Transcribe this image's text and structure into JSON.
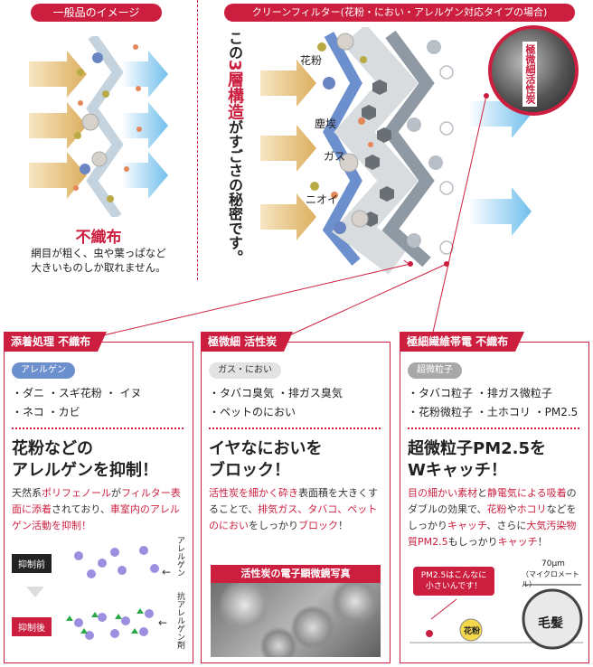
{
  "left_panel": {
    "title": "一般品のイメージ",
    "name": "不織布",
    "desc_line1": "網目が粗く、虫や葉っぱなど",
    "desc_line2": "大きいものしか取れません。"
  },
  "right_panel": {
    "title": "クリーンフィルター(花粉・におい・アレルゲン対応タイプの場合)",
    "vertical_caption_pre": "この",
    "vertical_caption_highlight": "3層構造",
    "vertical_caption_post": "がすごさの秘密です。",
    "labels": [
      "花粉",
      "塵埃",
      "ガス",
      "ニオイ"
    ],
    "carbon_circle_label": "極微細活性炭"
  },
  "cards": [
    {
      "header": "添着処理 不織布",
      "tag": "アレルゲン",
      "bullets_line1": "・ダニ ・スギ花粉 ・ イヌ",
      "bullets_line2": "・ネコ ・カビ",
      "headline_line1": "花粉などの",
      "headline_line2": "アレルゲンを抑制！",
      "body": [
        {
          "t": "天然系",
          "r": false
        },
        {
          "t": "ポリフェノール",
          "r": true
        },
        {
          "t": "が",
          "r": false
        },
        {
          "t": "フィルター表面に添着",
          "r": true
        },
        {
          "t": "されており、",
          "r": false
        },
        {
          "t": "車室内のアレルゲン活動を抑制！",
          "r": true
        }
      ],
      "before_label": "抑制前",
      "after_label": "抑制後",
      "allergen_label": "アレルゲン",
      "anti_label": "抗アレルゲン剤"
    },
    {
      "header": "極微細 活性炭",
      "tag": "ガス・におい",
      "bullets_line1": "・タバコ臭気 ・排ガス臭気",
      "bullets_line2": "・ペットのにおい",
      "headline_line1": "イヤなにおいを",
      "headline_line2": "ブロック！",
      "body": [
        {
          "t": "活性炭を細かく砕き",
          "r": true
        },
        {
          "t": "表面積を大きくすることで、",
          "r": false
        },
        {
          "t": "排気ガス、タバコ、ペットのにおい",
          "r": true
        },
        {
          "t": "をしっかり",
          "r": false
        },
        {
          "t": "ブロック",
          "r": true
        },
        {
          "t": "！",
          "r": false
        }
      ],
      "photo_title": "活性炭の電子顕微鏡写真"
    },
    {
      "header": "極細繊維帯電 不織布",
      "tag": "超微粒子",
      "bullets_line1": "・タバコ粒子 ・排ガス微粒子",
      "bullets_line2": "・花粉微粒子 ・土ホコリ ・PM2.5",
      "headline_line1": "超微粒子PM2.5を",
      "headline_line2": "Wキャッチ！",
      "body": [
        {
          "t": "目の細かい素材",
          "r": true
        },
        {
          "t": "と",
          "r": false
        },
        {
          "t": "静電気による吸着",
          "r": true
        },
        {
          "t": "のダブルの効果で、",
          "r": false
        },
        {
          "t": "花粉",
          "r": true
        },
        {
          "t": "や",
          "r": false
        },
        {
          "t": "ホコリ",
          "r": true
        },
        {
          "t": "などをしっかり",
          "r": false
        },
        {
          "t": "キャッチ",
          "r": true
        },
        {
          "t": "、さらに",
          "r": false
        },
        {
          "t": "大気汚染物質PM2.5",
          "r": true
        },
        {
          "t": "もしっかり",
          "r": false
        },
        {
          "t": "キャッチ",
          "r": true
        },
        {
          "t": "！",
          "r": false
        }
      ],
      "pm_bubble_line1": "PM2.5はこんなに",
      "pm_bubble_line2": "小さいんです！",
      "size_label": "70μm",
      "size_sub": "（マイクロメートル）",
      "hair_label": "毛髪",
      "pollen_label": "花粉"
    }
  ],
  "colors": {
    "accent": "#cc1f3f",
    "arrow_gold": "#e2bb78",
    "arrow_blue": "#79c4ec",
    "layer_blue": "#6c8fce",
    "layer_gray": "#8f99a3"
  }
}
